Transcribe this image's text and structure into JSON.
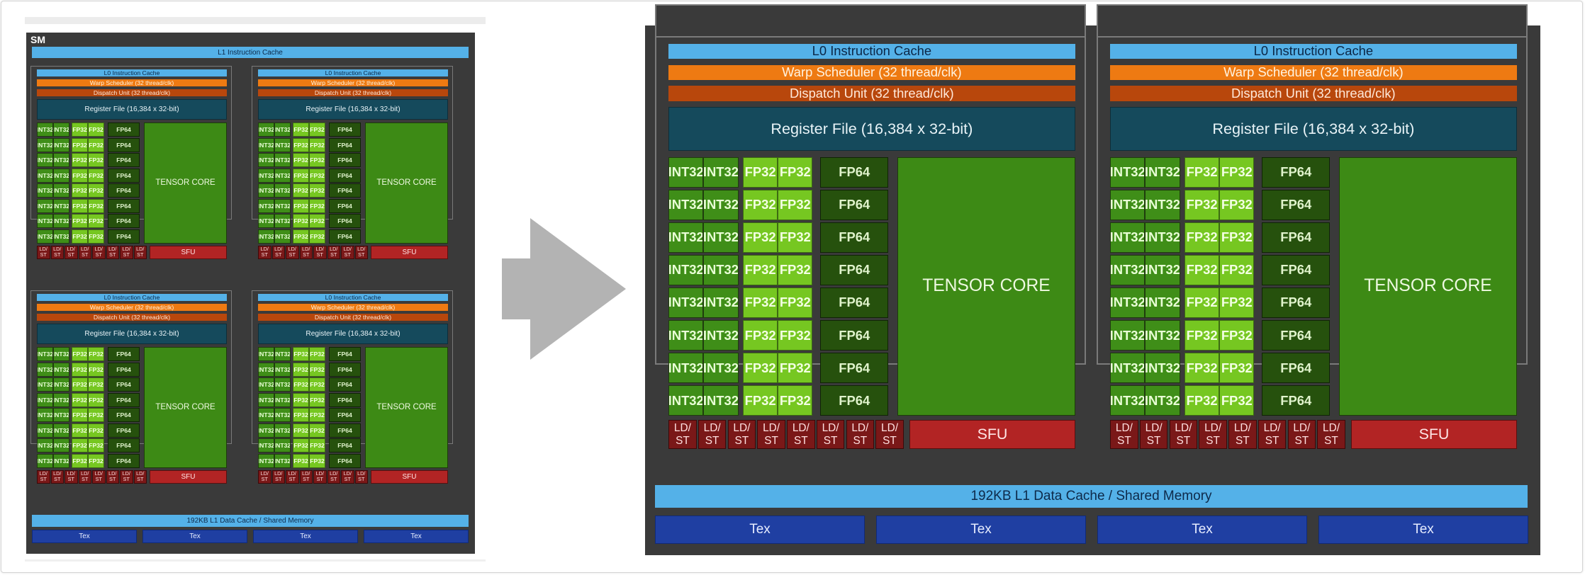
{
  "sm_label": "SM",
  "l1_instruction_cache": "L1 Instruction Cache",
  "l0_instruction_cache": "L0 Instruction Cache",
  "warp_scheduler": "Warp Scheduler (32 thread/clk)",
  "dispatch_unit": "Dispatch Unit (32 thread/clk)",
  "register_file": "Register File (16,384 x 32-bit)",
  "int32": "INT32",
  "fp32": "FP32",
  "fp64": "FP64",
  "tensor_core": "TENSOR CORE",
  "ld_st_line1": "LD/",
  "ld_st_line2": "ST",
  "sfu": "SFU",
  "l1_data_cache": "192KB L1 Data Cache / Shared Memory",
  "tex": "Tex",
  "colors": {
    "panel": "#3a3a3a",
    "l0_cache": "#54b1e8",
    "warp_scheduler": "#ee7a12",
    "dispatch_unit": "#b8470c",
    "register_file": "#154a5c",
    "int32": "#3f8e18",
    "fp32": "#76c721",
    "fp64": "#26510d",
    "tensor_core": "#3d8a15",
    "ld_st": "#7a1818",
    "sfu": "#b22424",
    "tex": "#1f3fa2",
    "arrow": "#b3b3b3"
  }
}
